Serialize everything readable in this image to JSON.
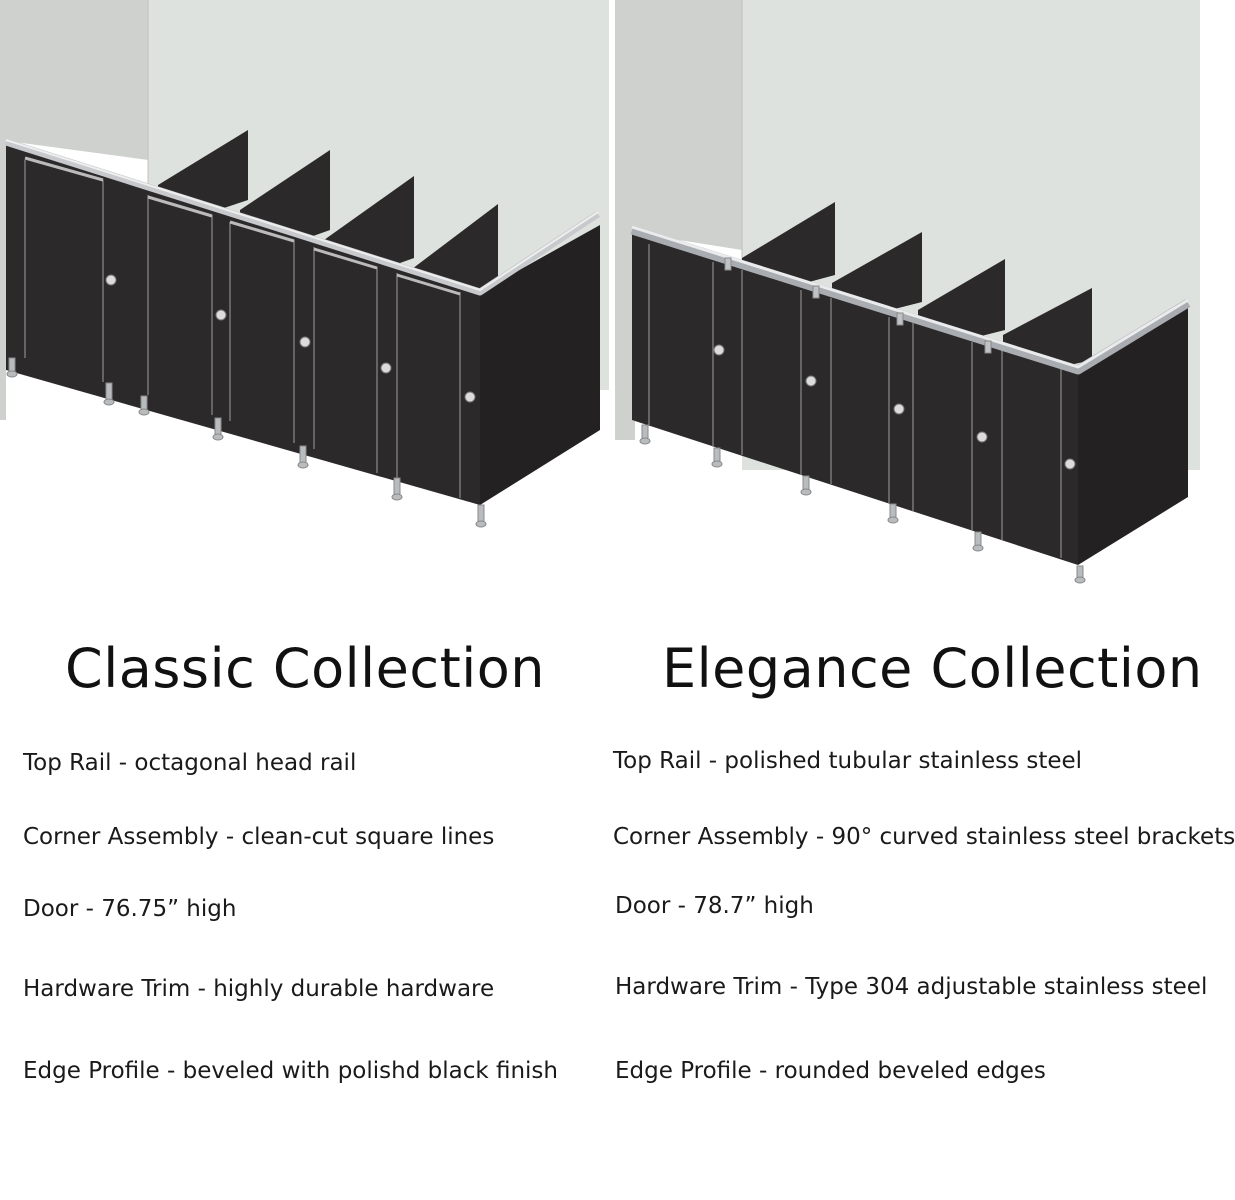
{
  "colors": {
    "wall": "#dde2de",
    "side_wall": "#cfd1cf",
    "floor": "#ffffff",
    "panel": "#2b292a",
    "panel_dark": "#232122",
    "rail": "#c7c9cc",
    "steel": "#b9bcbf"
  },
  "illustrations": {
    "classic": {
      "icon": "classic-partition-illustration"
    },
    "elegance": {
      "icon": "elegance-partition-illustration"
    }
  },
  "collections": [
    {
      "title": "Classic Collection",
      "specs": [
        "Top Rail - octagonal head rail",
        "Corner Assembly - clean-cut square lines",
        "Door - 76.75” high",
        "Hardware Trim - highly durable hardware",
        "Edge Profile - beveled with polishd black finish"
      ]
    },
    {
      "title": "Elegance Collection",
      "specs": [
        "Top Rail - polished tubular stainless steel",
        "Corner Assembly - 90° curved stainless steel brackets",
        "Door - 78.7” high",
        "Hardware Trim - Type 304 adjustable stainless steel",
        "Edge Profile - rounded beveled edges"
      ]
    }
  ]
}
